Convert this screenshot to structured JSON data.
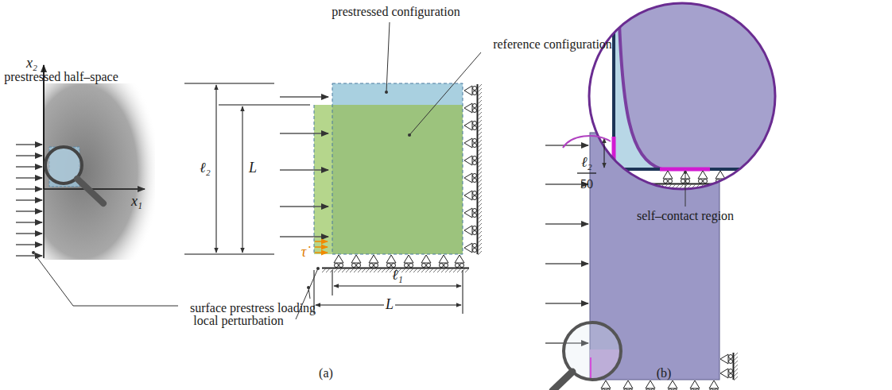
{
  "diagram": {
    "labels": [
      "prestressed half–space",
      "x₂",
      "x₁",
      "surface prestress loading",
      "prestressed configuration",
      "reference configuration",
      "ℓ₂",
      "L",
      "τ̇",
      "local perturbation",
      "ℓ₁",
      "L",
      "(a)",
      "ℓ₂",
      "50",
      "self–contact region",
      "(b)"
    ]
  }
}
